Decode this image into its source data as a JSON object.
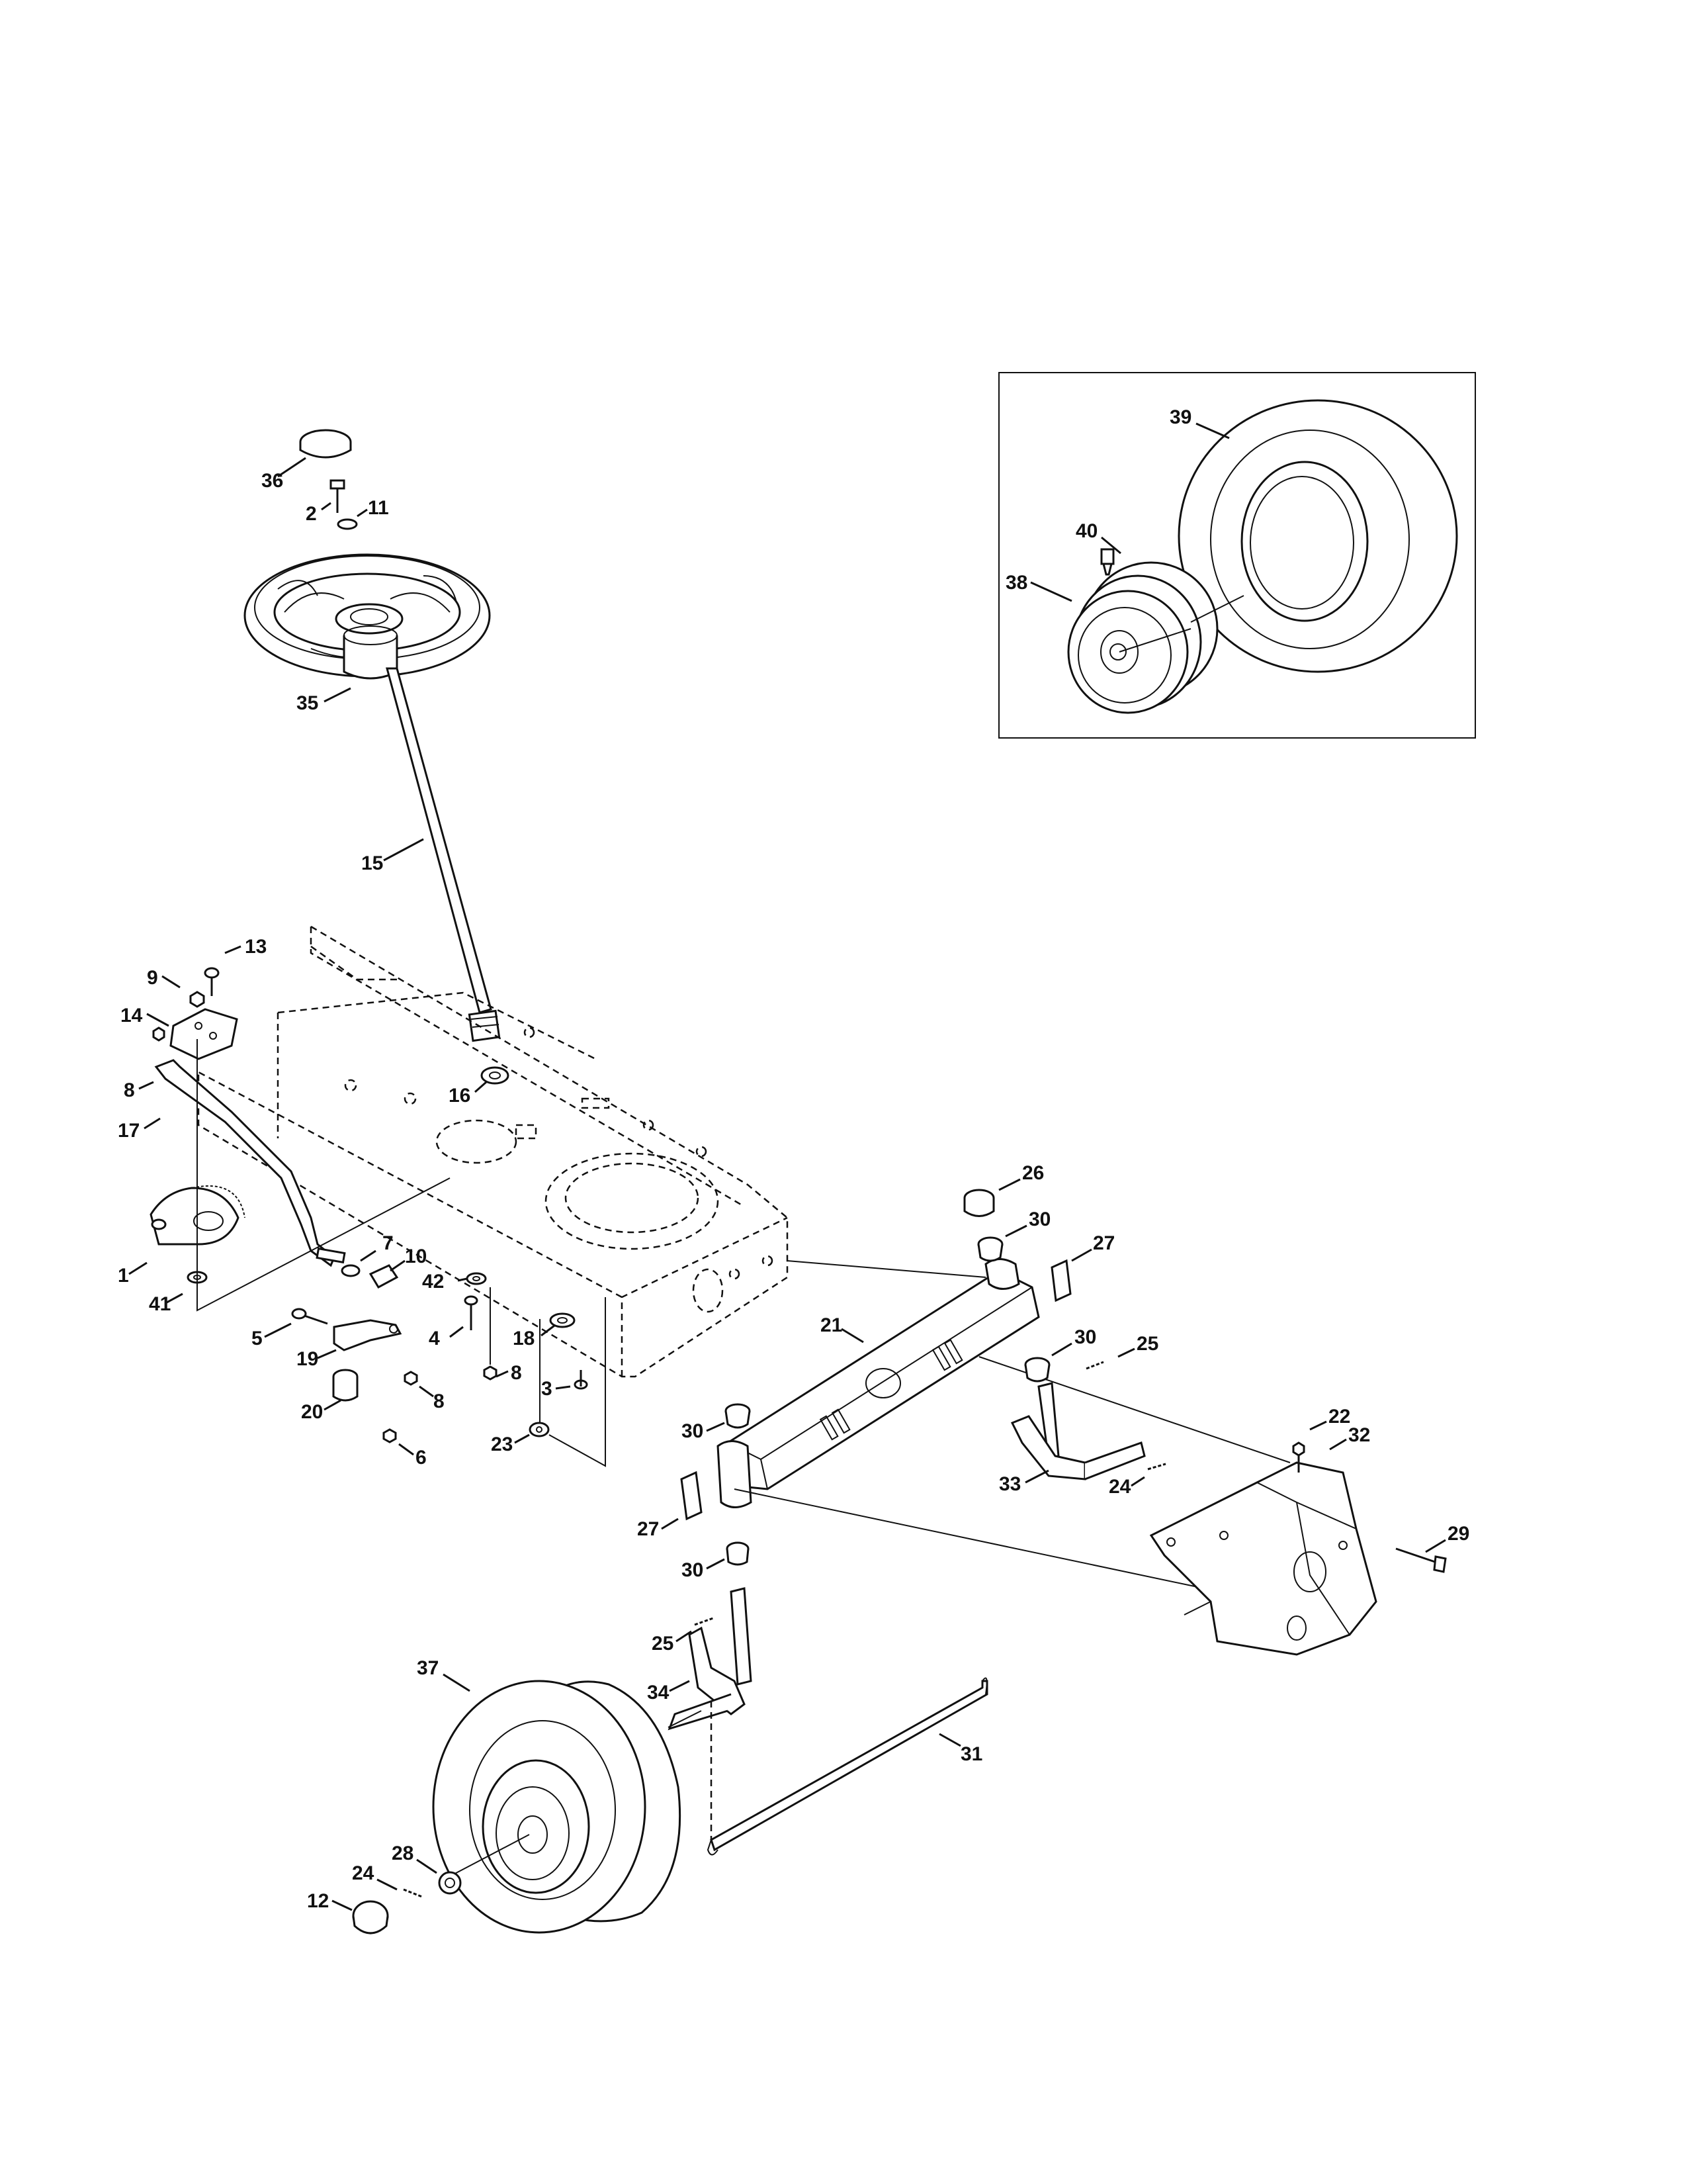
{
  "labels": {
    "p1": "1",
    "p2": "2",
    "p3": "3",
    "p4": "4",
    "p5": "5",
    "p6": "6",
    "p7": "7",
    "p8a": "8",
    "p8b": "8",
    "p8c": "8",
    "p9": "9",
    "p10": "10",
    "p11": "11",
    "p12": "12",
    "p13": "13",
    "p14": "14",
    "p15": "15",
    "p16": "16",
    "p17": "17",
    "p18": "18",
    "p19": "19",
    "p20": "20",
    "p21": "21",
    "p22": "22",
    "p23": "23",
    "p24a": "24",
    "p24b": "24",
    "p25a": "25",
    "p25b": "25",
    "p26": "26",
    "p27a": "27",
    "p27b": "27",
    "p28": "28",
    "p29": "29",
    "p30a": "30",
    "p30b": "30",
    "p30c": "30",
    "p30d": "30",
    "p31": "31",
    "p32": "32",
    "p33": "33",
    "p34": "34",
    "p35": "35",
    "p36": "36",
    "p37": "37",
    "p38": "38",
    "p39": "39",
    "p40": "40",
    "p41": "41",
    "p42": "42"
  }
}
